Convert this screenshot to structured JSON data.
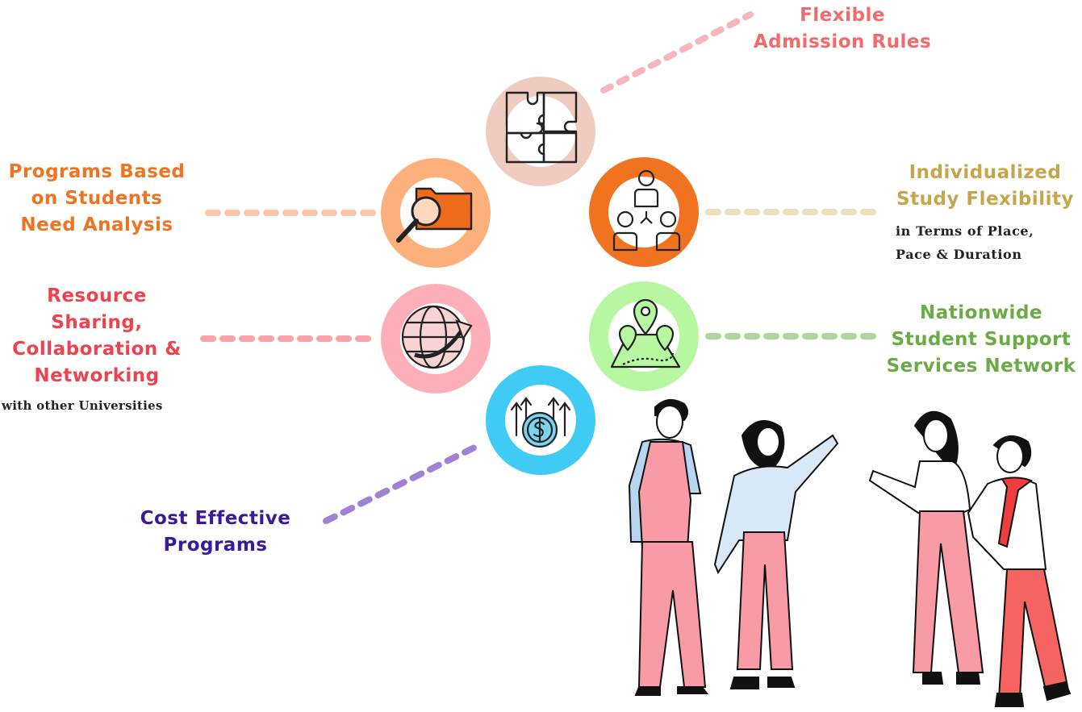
{
  "colors": {
    "admission": "#f26a6a",
    "programs": "#ef7421",
    "individualized": "#c7a54b",
    "resource": "#ee434f",
    "nationwide": "#6aab45",
    "cost": "#3b1a9a",
    "circle_puzzle": "#f0cbbf",
    "circle_folder": "#fdb07b",
    "circle_people": "#f1731f",
    "circle_globe": "#fcafb8",
    "circle_map": "#b7f7a1",
    "circle_money": "#3fcbf3"
  },
  "labels": {
    "admission": [
      "Flexible",
      "Admission Rules"
    ],
    "programs": [
      "Programs Based",
      "on Students",
      "Need Analysis"
    ],
    "individualized": [
      "Individualized",
      "Study Flexibility"
    ],
    "individualized_sub": [
      "in Terms of Place,",
      "Pace & Duration"
    ],
    "resource": [
      "Resource",
      "Sharing,",
      "Collaboration &",
      "Networking"
    ],
    "resource_sub": "with other Universities",
    "nationwide": [
      "Nationwide",
      "Student Support",
      "Services Network"
    ],
    "cost": [
      "Cost Effective",
      "Programs"
    ]
  },
  "icons": {
    "puzzle": "puzzle-icon",
    "folder": "folder-search-icon",
    "people": "team-hierarchy-icon",
    "globe": "globe-arrow-icon",
    "map": "map-pin-icon",
    "money": "money-growth-icon",
    "illustration": "people-illustration"
  }
}
